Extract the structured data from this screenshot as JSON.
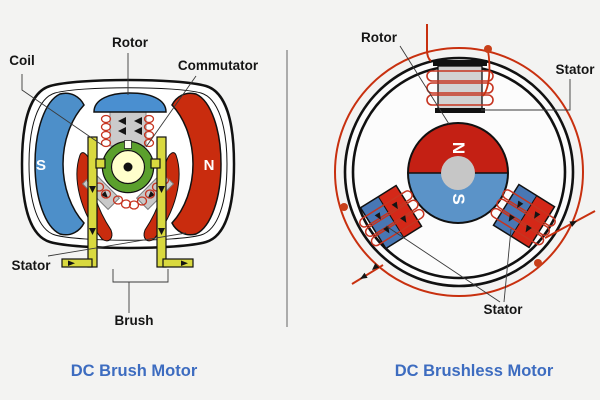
{
  "background_color": "#f3f3f2",
  "left_panel": {
    "caption": "DC Brush Motor",
    "labels": {
      "rotor": "Rotor",
      "coil": "Coil",
      "commutator": "Commutator",
      "stator": "Stator",
      "brush": "Brush"
    },
    "magnet_poles": {
      "south": "S",
      "north": "N"
    }
  },
  "right_panel": {
    "caption": "DC Brushless Motor",
    "labels": {
      "rotor": "Rotor",
      "stator_top": "Stator",
      "stator_bottom": "Stator"
    },
    "rotor_poles": {
      "north": "N",
      "south": "S"
    }
  },
  "colors": {
    "caption_text": "#3d6cc0",
    "label_text": "#151515",
    "magnet_red": "#c92c0e",
    "magnet_blue": "#4d8fc9",
    "coil_wire_red": "#c63420",
    "circuit_wire_red": "#c8300f",
    "brush_yellow": "#d9d93f",
    "commutator_green": "#5ba02c",
    "metal_gray": "#cbcbcb"
  }
}
